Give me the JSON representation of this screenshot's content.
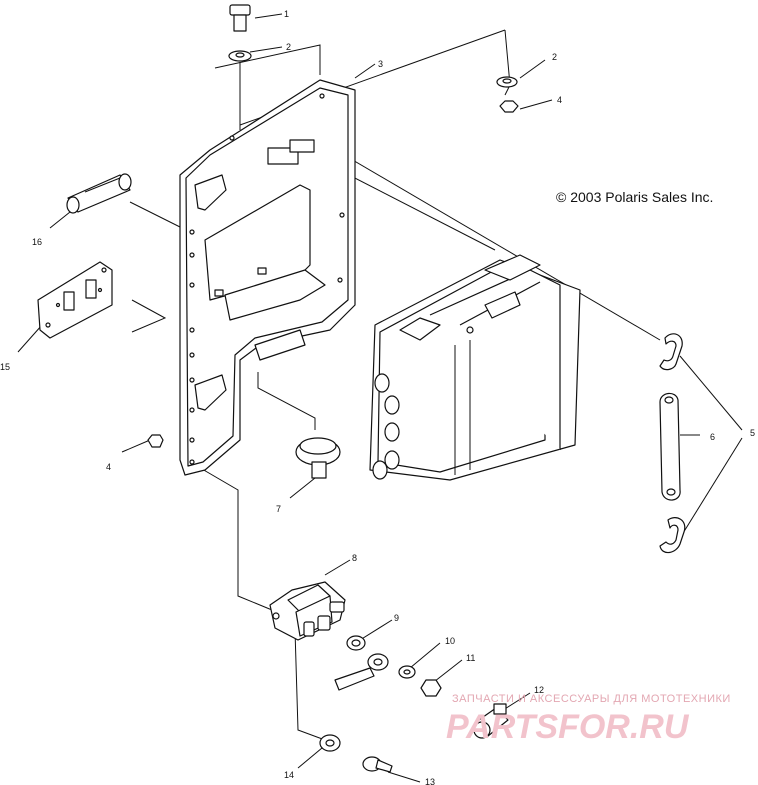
{
  "copyright": "© 2003 Polaris Sales Inc.",
  "watermark": {
    "tagline": "ЗАПЧАСТИ И АКСЕССУАРЫ ДЛЯ МОТОТЕХНИКИ",
    "brand": "PARTSFOR.RU"
  },
  "callouts": [
    "1",
    "2",
    "3",
    "2",
    "4",
    "16",
    "15",
    "4",
    "7",
    "6",
    "5",
    "8",
    "9",
    "10",
    "11",
    "12",
    "14",
    "13"
  ]
}
